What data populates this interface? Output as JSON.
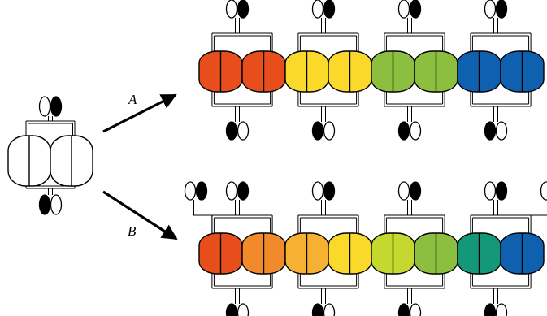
{
  "labels": {
    "route_a": "A",
    "route_b": "B"
  },
  "colors": {
    "outline": "#000000",
    "unit_default": "#ffffff",
    "oval_filled": "#000000",
    "oval_empty": "#ffffff"
  },
  "monomer": {
    "units": 2,
    "fill": "#ffffff",
    "oval_order_top": "empty-filled",
    "oval_order_bottom": "filled-empty"
  },
  "chain_a": {
    "unit_colors": [
      "#e84e1b",
      "#e84e1b",
      "#fbd92b",
      "#fbd92b",
      "#8cbf3f",
      "#8cbf3f",
      "#1060b0",
      "#1060b0"
    ],
    "top_oval_pairs": 4,
    "bottom_oval_pairs": 4,
    "top_oval_order": "empty-filled",
    "bottom_oval_order": "filled-empty"
  },
  "chain_b": {
    "unit_colors": [
      "#e84e1b",
      "#f08a2a",
      "#f6b133",
      "#fbd92b",
      "#c5d830",
      "#8cbf3f",
      "#13987a",
      "#1060b0"
    ],
    "top_oval_pairs": 5,
    "bottom_oval_pairs": 4,
    "top_oval_order": "empty-filled",
    "bottom_oval_order": "filled-empty"
  }
}
